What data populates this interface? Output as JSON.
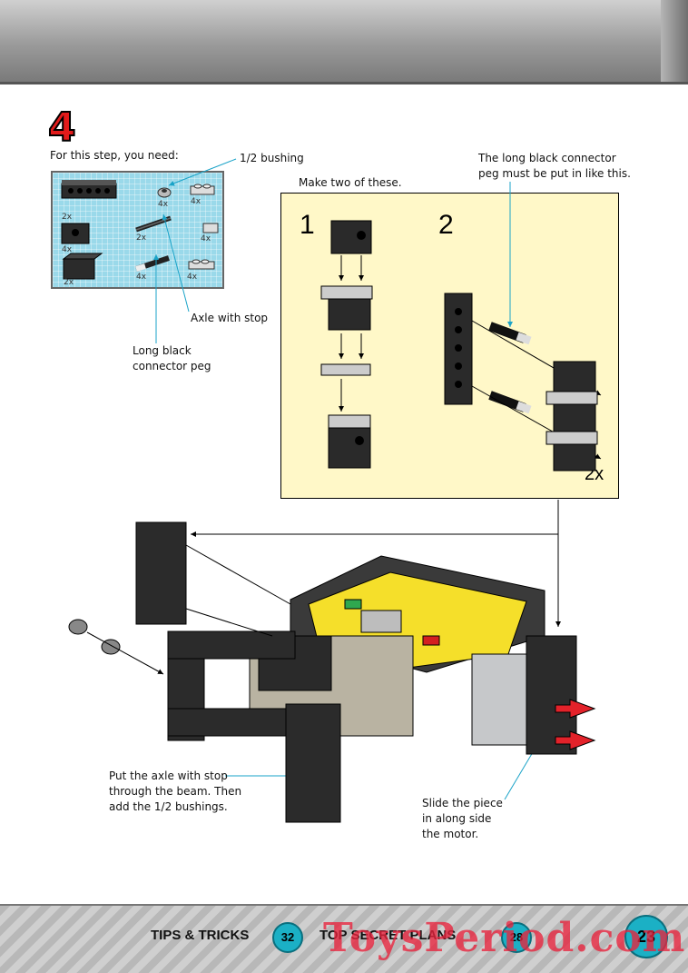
{
  "step": {
    "number": "4"
  },
  "parts": {
    "heading": "For this step, you need:",
    "items": [
      {
        "name": "beam-6",
        "qty": "2x"
      },
      {
        "name": "bushing-half",
        "qty": "4x"
      },
      {
        "name": "plate-1x2",
        "qty": "4x"
      },
      {
        "name": "brick-1x2",
        "qty": "4x"
      },
      {
        "name": "axle-with-stop",
        "qty": "2x"
      },
      {
        "name": "plate-2x2",
        "qty": "4x"
      },
      {
        "name": "brick-2x2-corner",
        "qty": "2x"
      },
      {
        "name": "connector-peg-long",
        "qty": "4x"
      },
      {
        "name": "plate-1x2-rail",
        "qty": "4x"
      }
    ],
    "callouts": {
      "bushing": "1/2 bushing",
      "axle": "Axle with stop",
      "peg_line1": "Long black",
      "peg_line2": "connector peg"
    }
  },
  "subassembly": {
    "caption": "Make two of these.",
    "step1": "1",
    "step2": "2",
    "multiplier": "2x",
    "note_line1": "The long black connector",
    "note_line2": "peg must be put in like this."
  },
  "instructions": {
    "axle_line1": "Put the axle with stop",
    "axle_line2": "through the beam. Then",
    "axle_line3": "add the 1/2 bushings.",
    "slide_line1": "Slide the piece",
    "slide_line2": "in along side",
    "slide_line3": "the motor."
  },
  "footer": {
    "left_label": "TIPS & TRICKS",
    "left_page": "32",
    "mid_label": "TOP SECRET PLANS",
    "mid_page": "28",
    "page_number": "23",
    "watermark": "ToysPeriod.com"
  },
  "colors": {
    "step_red": "#e21b1b",
    "cyan_callout": "#1aa3c8",
    "subbox_yellow": "#fff8c8",
    "parts_grid": "#9ad9ea"
  }
}
